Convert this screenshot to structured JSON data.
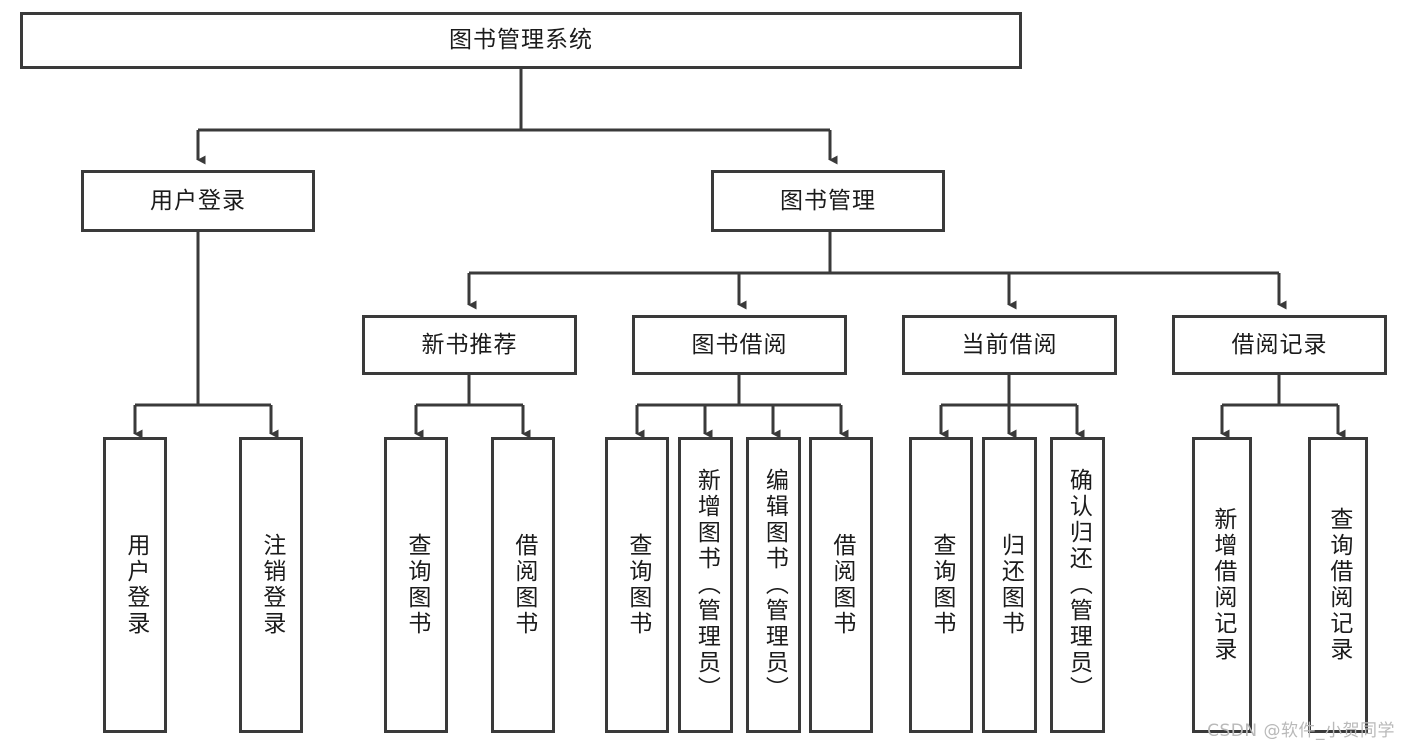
{
  "diagram": {
    "title": "图书管理系统",
    "type": "tree-hierarchy",
    "root": {
      "label": "图书管理系统"
    },
    "level2": [
      {
        "label": "用户登录"
      },
      {
        "label": "图书管理"
      }
    ],
    "level3": [
      {
        "label": "新书推荐"
      },
      {
        "label": "图书借阅"
      },
      {
        "label": "当前借阅"
      },
      {
        "label": "借阅记录"
      }
    ],
    "leaves": {
      "user_login": [
        {
          "label": "用户登录"
        },
        {
          "label": "注销登录"
        }
      ],
      "new_book_recommend": [
        {
          "label": "查询图书"
        },
        {
          "label": "借阅图书"
        }
      ],
      "book_borrow": [
        {
          "label": "查询图书"
        },
        {
          "label": "新增图书（管理员）"
        },
        {
          "label": "编辑图书（管理员）"
        },
        {
          "label": "借阅图书"
        }
      ],
      "current_borrow": [
        {
          "label": "查询图书"
        },
        {
          "label": "归还图书"
        },
        {
          "label": "确认归还（管理员）"
        }
      ],
      "borrow_record": [
        {
          "label": "新增借阅记录"
        },
        {
          "label": "查询借阅记录"
        }
      ]
    }
  },
  "watermark": {
    "text": "CSDN @软件_小贺同学"
  },
  "colors": {
    "stroke": "#3a3a3a",
    "text": "#1b1b1b",
    "background": "#ffffff",
    "watermark": "#b9b9b9"
  }
}
